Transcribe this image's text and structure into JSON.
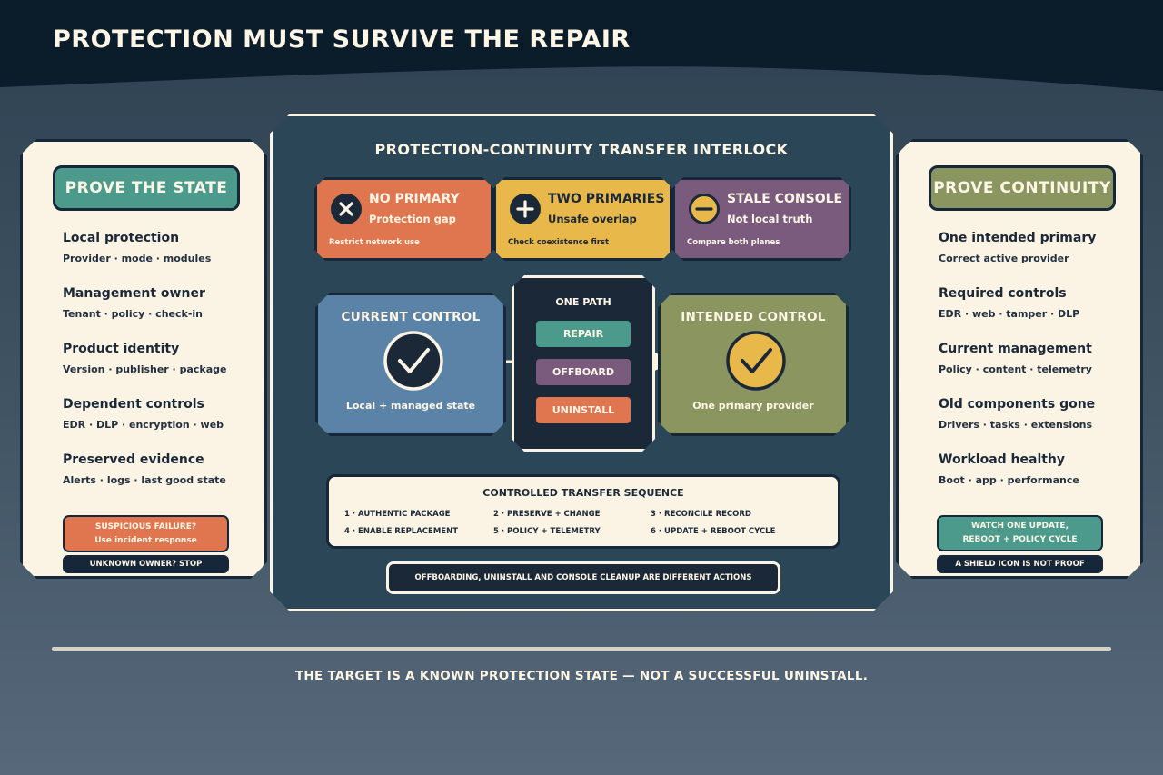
{
  "title": "PROTECTION MUST SURVIVE THE REPAIR",
  "colors": {
    "navy": "#17273a",
    "cream": "#fbf4e4",
    "teal": "#4b9a8c",
    "olive": "#8b9560",
    "orange": "#e0764f",
    "yellow": "#e8b84a",
    "purple": "#7a5b7e",
    "steel_blue": "#5b83a8",
    "center_panel": "#2b4656"
  },
  "left_panel": {
    "title": "PROVE THE STATE",
    "items": [
      {
        "title": "Local protection",
        "sub": "Provider · mode · modules"
      },
      {
        "title": "Management owner",
        "sub": "Tenant · policy · check-in"
      },
      {
        "title": "Product identity",
        "sub": "Version · publisher · package"
      },
      {
        "title": "Dependent controls",
        "sub": "EDR · DLP · encryption · web"
      },
      {
        "title": "Preserved evidence",
        "sub": "Alerts · logs · last good state"
      }
    ],
    "note_line1": "SUSPICIOUS FAILURE?",
    "note_line2": "Use incident response",
    "stop": "UNKNOWN OWNER? STOP"
  },
  "right_panel": {
    "title": "PROVE CONTINUITY",
    "items": [
      {
        "title": "One intended primary",
        "sub": "Correct active provider"
      },
      {
        "title": "Required controls",
        "sub": "EDR · web · tamper · DLP"
      },
      {
        "title": "Current management",
        "sub": "Policy · content · telemetry"
      },
      {
        "title": "Old components gone",
        "sub": "Drivers · tasks · extensions"
      },
      {
        "title": "Workload healthy",
        "sub": "Boot · app · performance"
      }
    ],
    "note_line1": "WATCH ONE UPDATE,",
    "note_line2": "REBOOT + POLICY CYCLE",
    "stop": "A SHIELD ICON IS NOT PROOF"
  },
  "center": {
    "title": "PROTECTION-CONTINUITY TRANSFER INTERLOCK",
    "warnings": [
      {
        "icon": "x-circle-icon",
        "title": "NO PRIMARY",
        "sub": "Protection gap",
        "note": "Restrict network use"
      },
      {
        "icon": "plus-circle-icon",
        "title": "TWO PRIMARIES",
        "sub": "Unsafe overlap",
        "note": "Check coexistence first"
      },
      {
        "icon": "minus-circle-icon",
        "title": "STALE CONSOLE",
        "sub": "Not local truth",
        "note": "Compare both planes"
      }
    ],
    "current": {
      "title": "CURRENT CONTROL",
      "sub": "Local + managed state",
      "icon": "check-circle-icon"
    },
    "intended": {
      "title": "INTENDED CONTROL",
      "sub": "One primary provider",
      "icon": "check-circle-icon"
    },
    "one_path": {
      "title": "ONE PATH",
      "options": [
        "REPAIR",
        "OFFBOARD",
        "UNINSTALL"
      ]
    },
    "sequence": {
      "title": "CONTROLLED TRANSFER SEQUENCE",
      "steps": [
        "1 · AUTHENTIC PACKAGE",
        "2 · PRESERVE + CHANGE",
        "3 · RECONCILE RECORD",
        "4 · ENABLE REPLACEMENT",
        "5 · POLICY + TELEMETRY",
        "6 · UPDATE + REBOOT CYCLE"
      ]
    },
    "bottom_note": "OFFBOARDING, UNINSTALL AND CONSOLE CLEANUP ARE DIFFERENT ACTIONS"
  },
  "footer": "THE TARGET IS A KNOWN PROTECTION STATE — NOT A SUCCESSFUL UNINSTALL."
}
